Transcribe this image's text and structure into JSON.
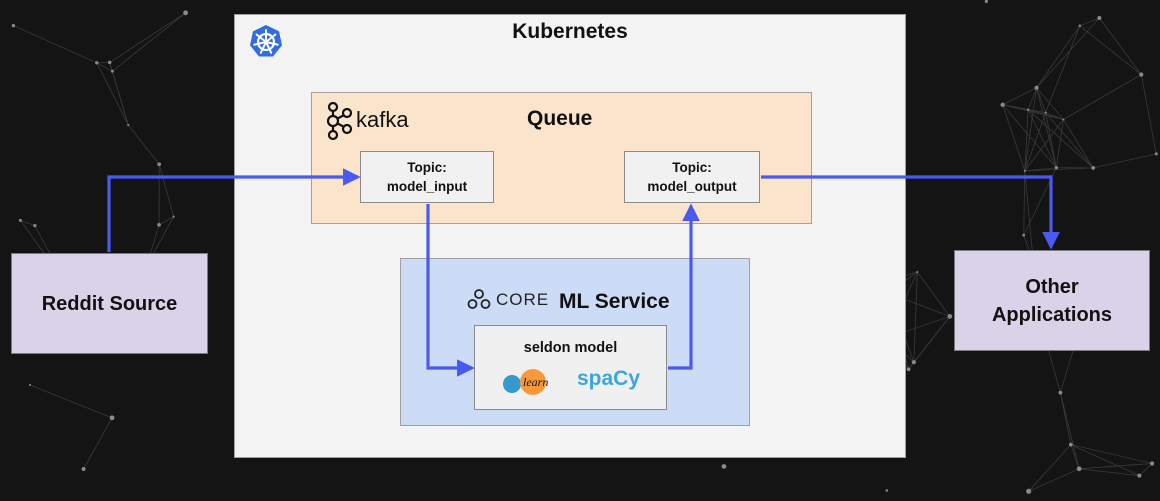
{
  "diagram": {
    "kubernetes": {
      "title": "Kubernetes",
      "icon": "kubernetes-helm-icon"
    },
    "queue": {
      "title": "Queue",
      "brand": "kafka",
      "topic_input": {
        "line1": "Topic:",
        "line2": "model_input"
      },
      "topic_output": {
        "line1": "Topic:",
        "line2": "model_output"
      }
    },
    "ml_service": {
      "title": "ML Service",
      "brand": "CORE",
      "model": {
        "title": "seldon model",
        "learn_label": "learn",
        "spacy_label": "spaCy"
      }
    },
    "reddit_source": {
      "label": "Reddit Source"
    },
    "other_applications": {
      "line1": "Other",
      "line2": "Applications"
    }
  },
  "colors": {
    "background": "#141414",
    "kubernetes_box": "#f3f3f3",
    "queue_box": "#fbe4cc",
    "ml_box": "#cddcf6",
    "side_box": "#d9d2e9",
    "arrow": "#4a5af0",
    "kubernetes_blue": "#326ce5",
    "spacy_blue": "#3aa6dd",
    "sklearn_blue": "#3499cd",
    "sklearn_orange": "#f89939"
  }
}
